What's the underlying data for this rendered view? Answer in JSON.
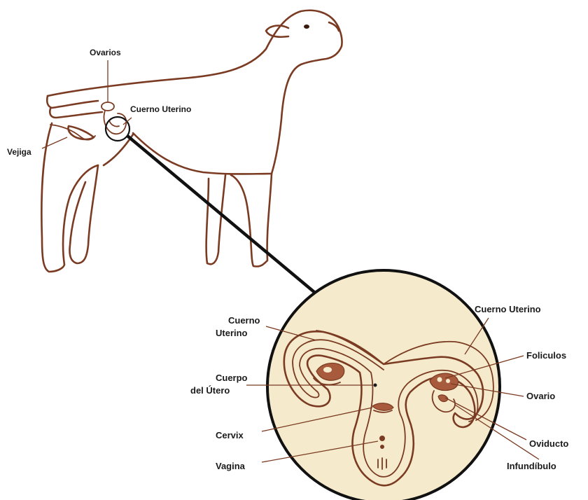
{
  "labels": {
    "ovarios": "Ovarios",
    "cuerno_uterino_top": "Cuerno Uterino",
    "vejiga": "Vejiga",
    "cuerno_uterino_left_1": "Cuerno",
    "cuerno_uterino_left_2": "Uterino",
    "cuerno_uterino_right": "Cuerno Uterino",
    "foliculos": "Foliculos",
    "cuerpo_utero_1": "Cuerpo",
    "cuerpo_utero_2": "del Útero",
    "ovario": "Ovario",
    "cervix": "Cervix",
    "oviducto": "Oviducto",
    "vagina": "Vagina",
    "infundibulo": "Infundíbulo"
  },
  "colors": {
    "outline": "#7a3b22",
    "circle_fill": "#f5ebcc",
    "connector": "#111111",
    "text": "#1a1a1a"
  }
}
